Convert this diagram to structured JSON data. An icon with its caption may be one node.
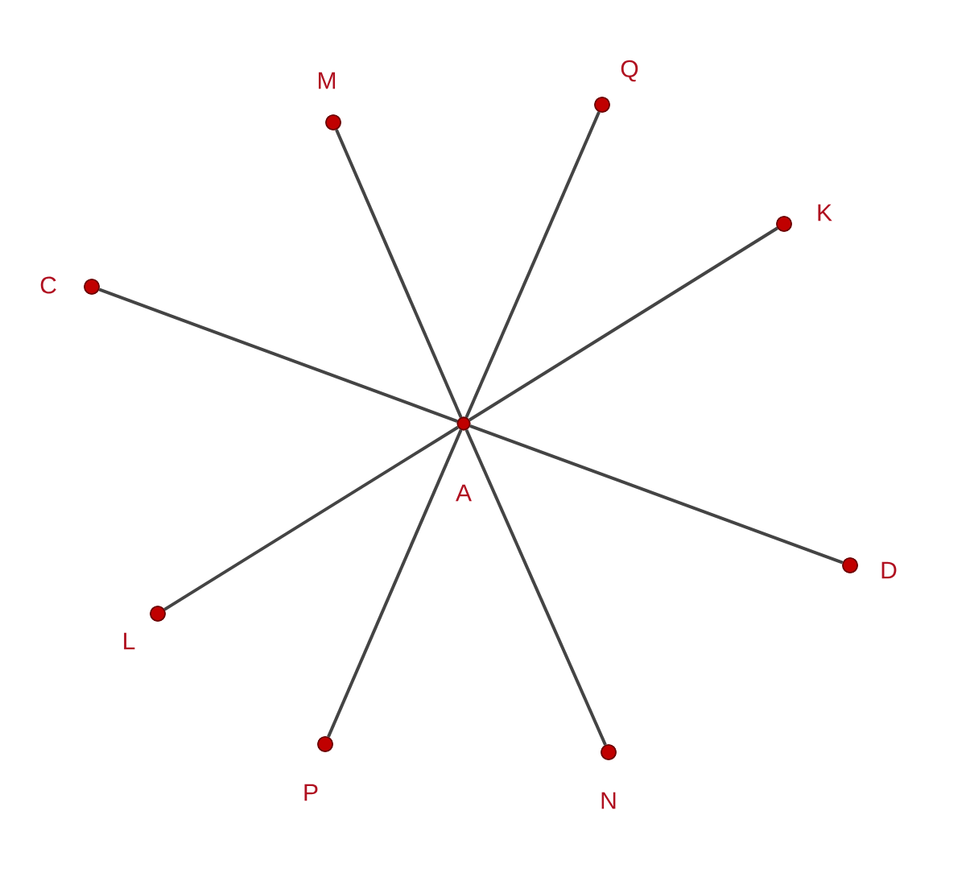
{
  "diagram": {
    "nodes": [
      {
        "text": [],
        "shape": "circle",
        "beside": [
          "Q"
        ]
      },
      {
        "text": [],
        "shape": "circle",
        "beside": [
          "M"
        ]
      },
      {
        "text": [],
        "shape": "circle",
        "beside": [
          "K"
        ]
      },
      {
        "text": [],
        "shape": "circle",
        "beside": [
          "C"
        ]
      },
      {
        "text": [],
        "shape": "circle",
        "beside": [
          "A"
        ]
      },
      {
        "text": [],
        "shape": "circle",
        "beside": [
          "D"
        ]
      },
      {
        "text": [],
        "shape": "circle",
        "beside": [
          "L"
        ]
      },
      {
        "text": [],
        "shape": "circle",
        "beside": [
          "P"
        ]
      },
      {
        "text": [],
        "shape": "circle",
        "beside": [
          "N"
        ]
      }
    ],
    "edges": [
      {
        "from": 4,
        "to": 0,
        "arrow": "none"
      },
      {
        "from": 4,
        "to": 1,
        "arrow": "none"
      },
      {
        "from": 4,
        "to": 2,
        "arrow": "none"
      },
      {
        "from": 4,
        "to": 3,
        "arrow": "none"
      },
      {
        "from": 4,
        "to": 5,
        "arrow": "none"
      },
      {
        "from": 4,
        "to": 6,
        "arrow": "none"
      },
      {
        "from": 4,
        "to": 7,
        "arrow": "none"
      },
      {
        "from": 4,
        "to": 8,
        "arrow": "none"
      }
    ]
  }
}
